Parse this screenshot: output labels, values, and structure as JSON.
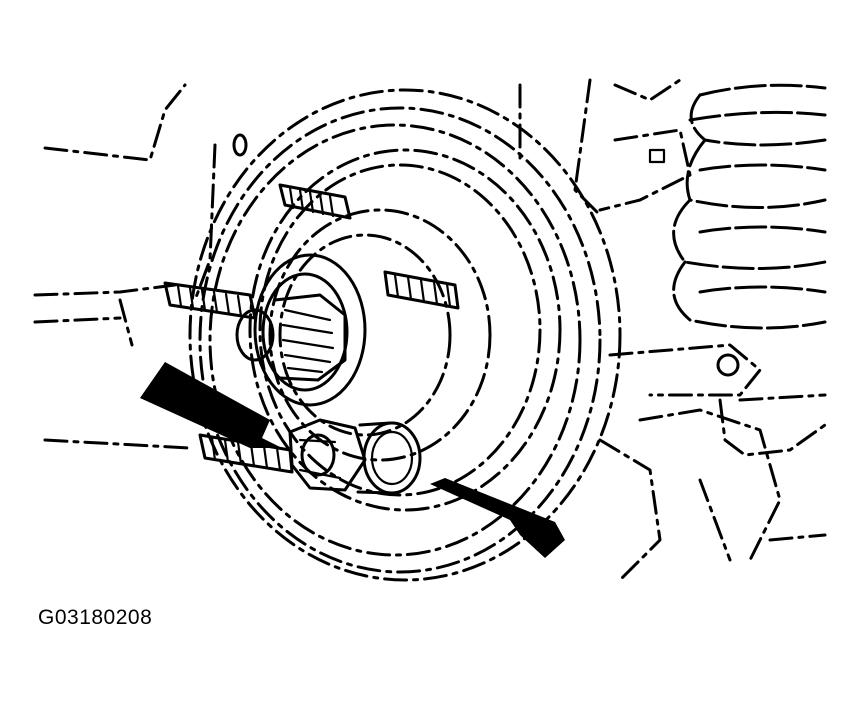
{
  "figure": {
    "id_label": "G03180208"
  },
  "colors": {
    "line": "#000000",
    "background": "#ffffff"
  },
  "callouts": [
    {
      "name": "upper-left-arrow",
      "points_to": "lower-wheel-stud-nut"
    },
    {
      "name": "lower-right-arrow",
      "points_to": "spacer"
    }
  ]
}
